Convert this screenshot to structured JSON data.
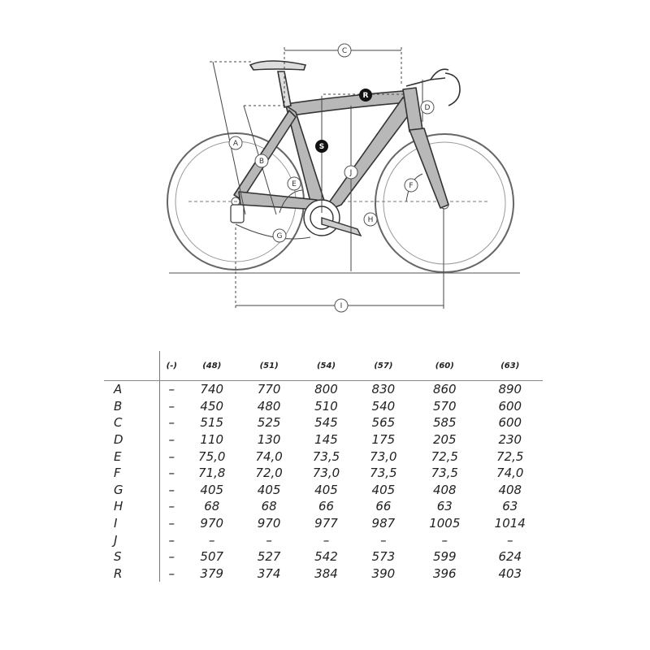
{
  "diagram": {
    "labels": {
      "A": "A",
      "B": "B",
      "C": "C",
      "D": "D",
      "E": "E",
      "F": "F",
      "G": "G",
      "H": "H",
      "I": "I",
      "J": "J",
      "R": "R",
      "S": "S"
    }
  },
  "table": {
    "header_row_label": "",
    "columns": [
      "(-)",
      "(48)",
      "(51)",
      "(54)",
      "(57)",
      "(60)",
      "(63)"
    ],
    "rows": [
      {
        "label": "A",
        "values": [
          "–",
          "740",
          "770",
          "800",
          "830",
          "860",
          "890"
        ]
      },
      {
        "label": "B",
        "values": [
          "–",
          "450",
          "480",
          "510",
          "540",
          "570",
          "600"
        ]
      },
      {
        "label": "C",
        "values": [
          "–",
          "515",
          "525",
          "545",
          "565",
          "585",
          "600"
        ]
      },
      {
        "label": "D",
        "values": [
          "–",
          "110",
          "130",
          "145",
          "175",
          "205",
          "230"
        ]
      },
      {
        "label": "E",
        "values": [
          "–",
          "75,0",
          "74,0",
          "73,5",
          "73,0",
          "72,5",
          "72,5"
        ]
      },
      {
        "label": "F",
        "values": [
          "–",
          "71,8",
          "72,0",
          "73,0",
          "73,5",
          "73,5",
          "74,0"
        ]
      },
      {
        "label": "G",
        "values": [
          "–",
          "405",
          "405",
          "405",
          "405",
          "408",
          "408"
        ]
      },
      {
        "label": "H",
        "values": [
          "–",
          "68",
          "68",
          "66",
          "66",
          "63",
          "63"
        ]
      },
      {
        "label": "I",
        "values": [
          "–",
          "970",
          "970",
          "977",
          "987",
          "1005",
          "1014"
        ]
      },
      {
        "label": "J",
        "values": [
          "–",
          "–",
          "–",
          "–",
          "–",
          "–",
          "–"
        ]
      },
      {
        "label": "S",
        "values": [
          "–",
          "507",
          "527",
          "542",
          "573",
          "599",
          "624"
        ]
      },
      {
        "label": "R",
        "values": [
          "–",
          "379",
          "374",
          "384",
          "390",
          "396",
          "403"
        ]
      }
    ]
  }
}
